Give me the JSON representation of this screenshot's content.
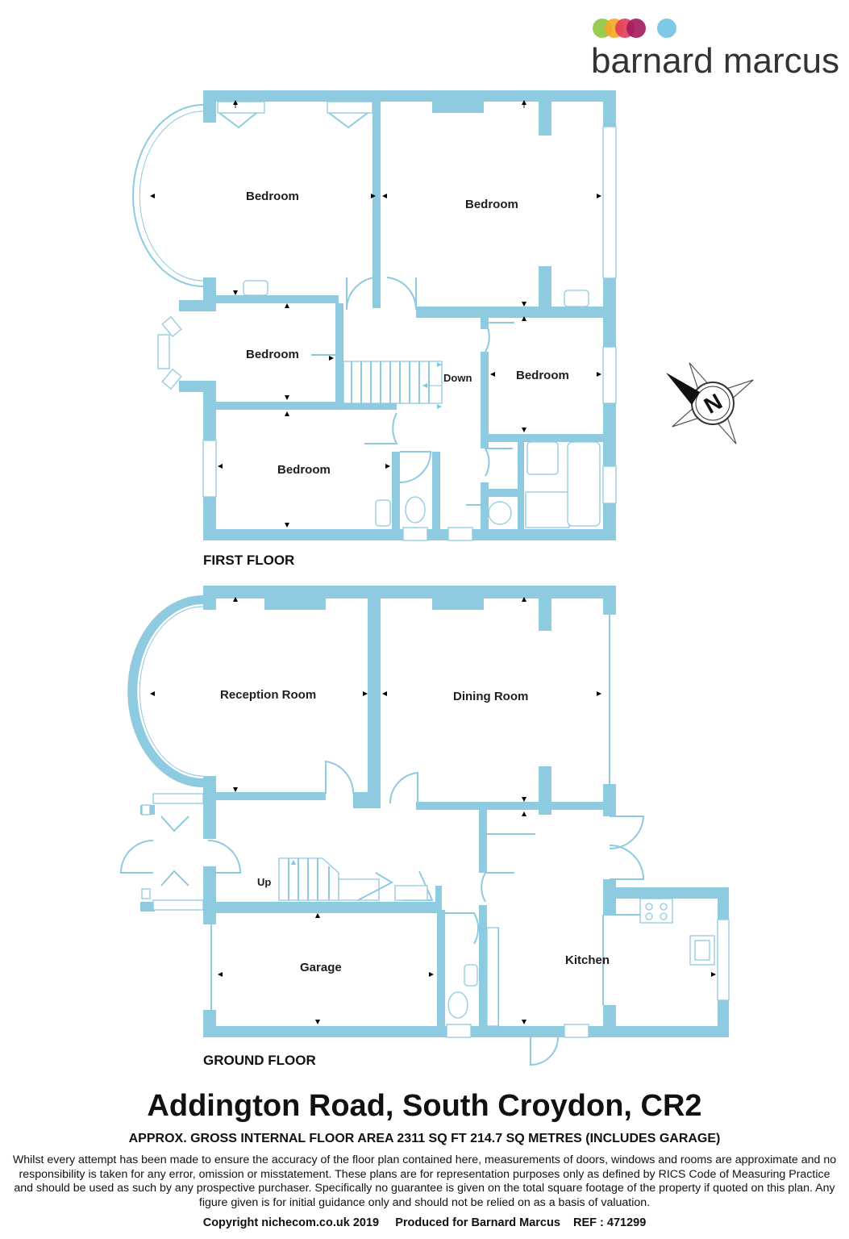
{
  "brand": {
    "name": "barnard marcus",
    "dot_colors": [
      "#8dc63f",
      "#f5a623",
      "#e23c5b",
      "#a3195b",
      "#7fc8e4"
    ]
  },
  "colors": {
    "wall": "#8ecae0",
    "text": "#1e1e1e"
  },
  "first_floor": {
    "label": "FIRST FLOOR",
    "rooms": {
      "bedroom_1": "Bedroom",
      "bedroom_2": "Bedroom",
      "bedroom_3": "Bedroom",
      "bedroom_4": "Bedroom",
      "bedroom_5": "Bedroom"
    },
    "stairs_label": "Down"
  },
  "ground_floor": {
    "label": "GROUND FLOOR",
    "rooms": {
      "reception": "Reception Room",
      "dining": "Dining Room",
      "garage": "Garage",
      "kitchen": "Kitchen"
    },
    "stairs_label": "Up"
  },
  "compass": {
    "letter": "N",
    "icon": "compass-icon"
  },
  "footer": {
    "title": "Addington Road, South Croydon, CR2",
    "area": "APPROX. GROSS INTERNAL FLOOR AREA 2311 SQ FT 214.7 SQ METRES (INCLUDES GARAGE)",
    "disclaimer": "Whilst every attempt has been made to ensure the accuracy of the floor plan contained here, measurements of doors, windows and rooms are approximate and no responsibility is taken for any error, omission or misstatement. These plans are for representation purposes only as defined by RICS Code of Measuring Practice and should be used as such by any prospective purchaser.  Specifically no guarantee is given on the total square footage of the property if quoted on this plan. Any figure given is for initial guidance only and should not be relied on as a basis of valuation.",
    "copyright": "Copyright nichecom.co.uk 2019     Produced for Barnard Marcus    REF : 471299"
  }
}
